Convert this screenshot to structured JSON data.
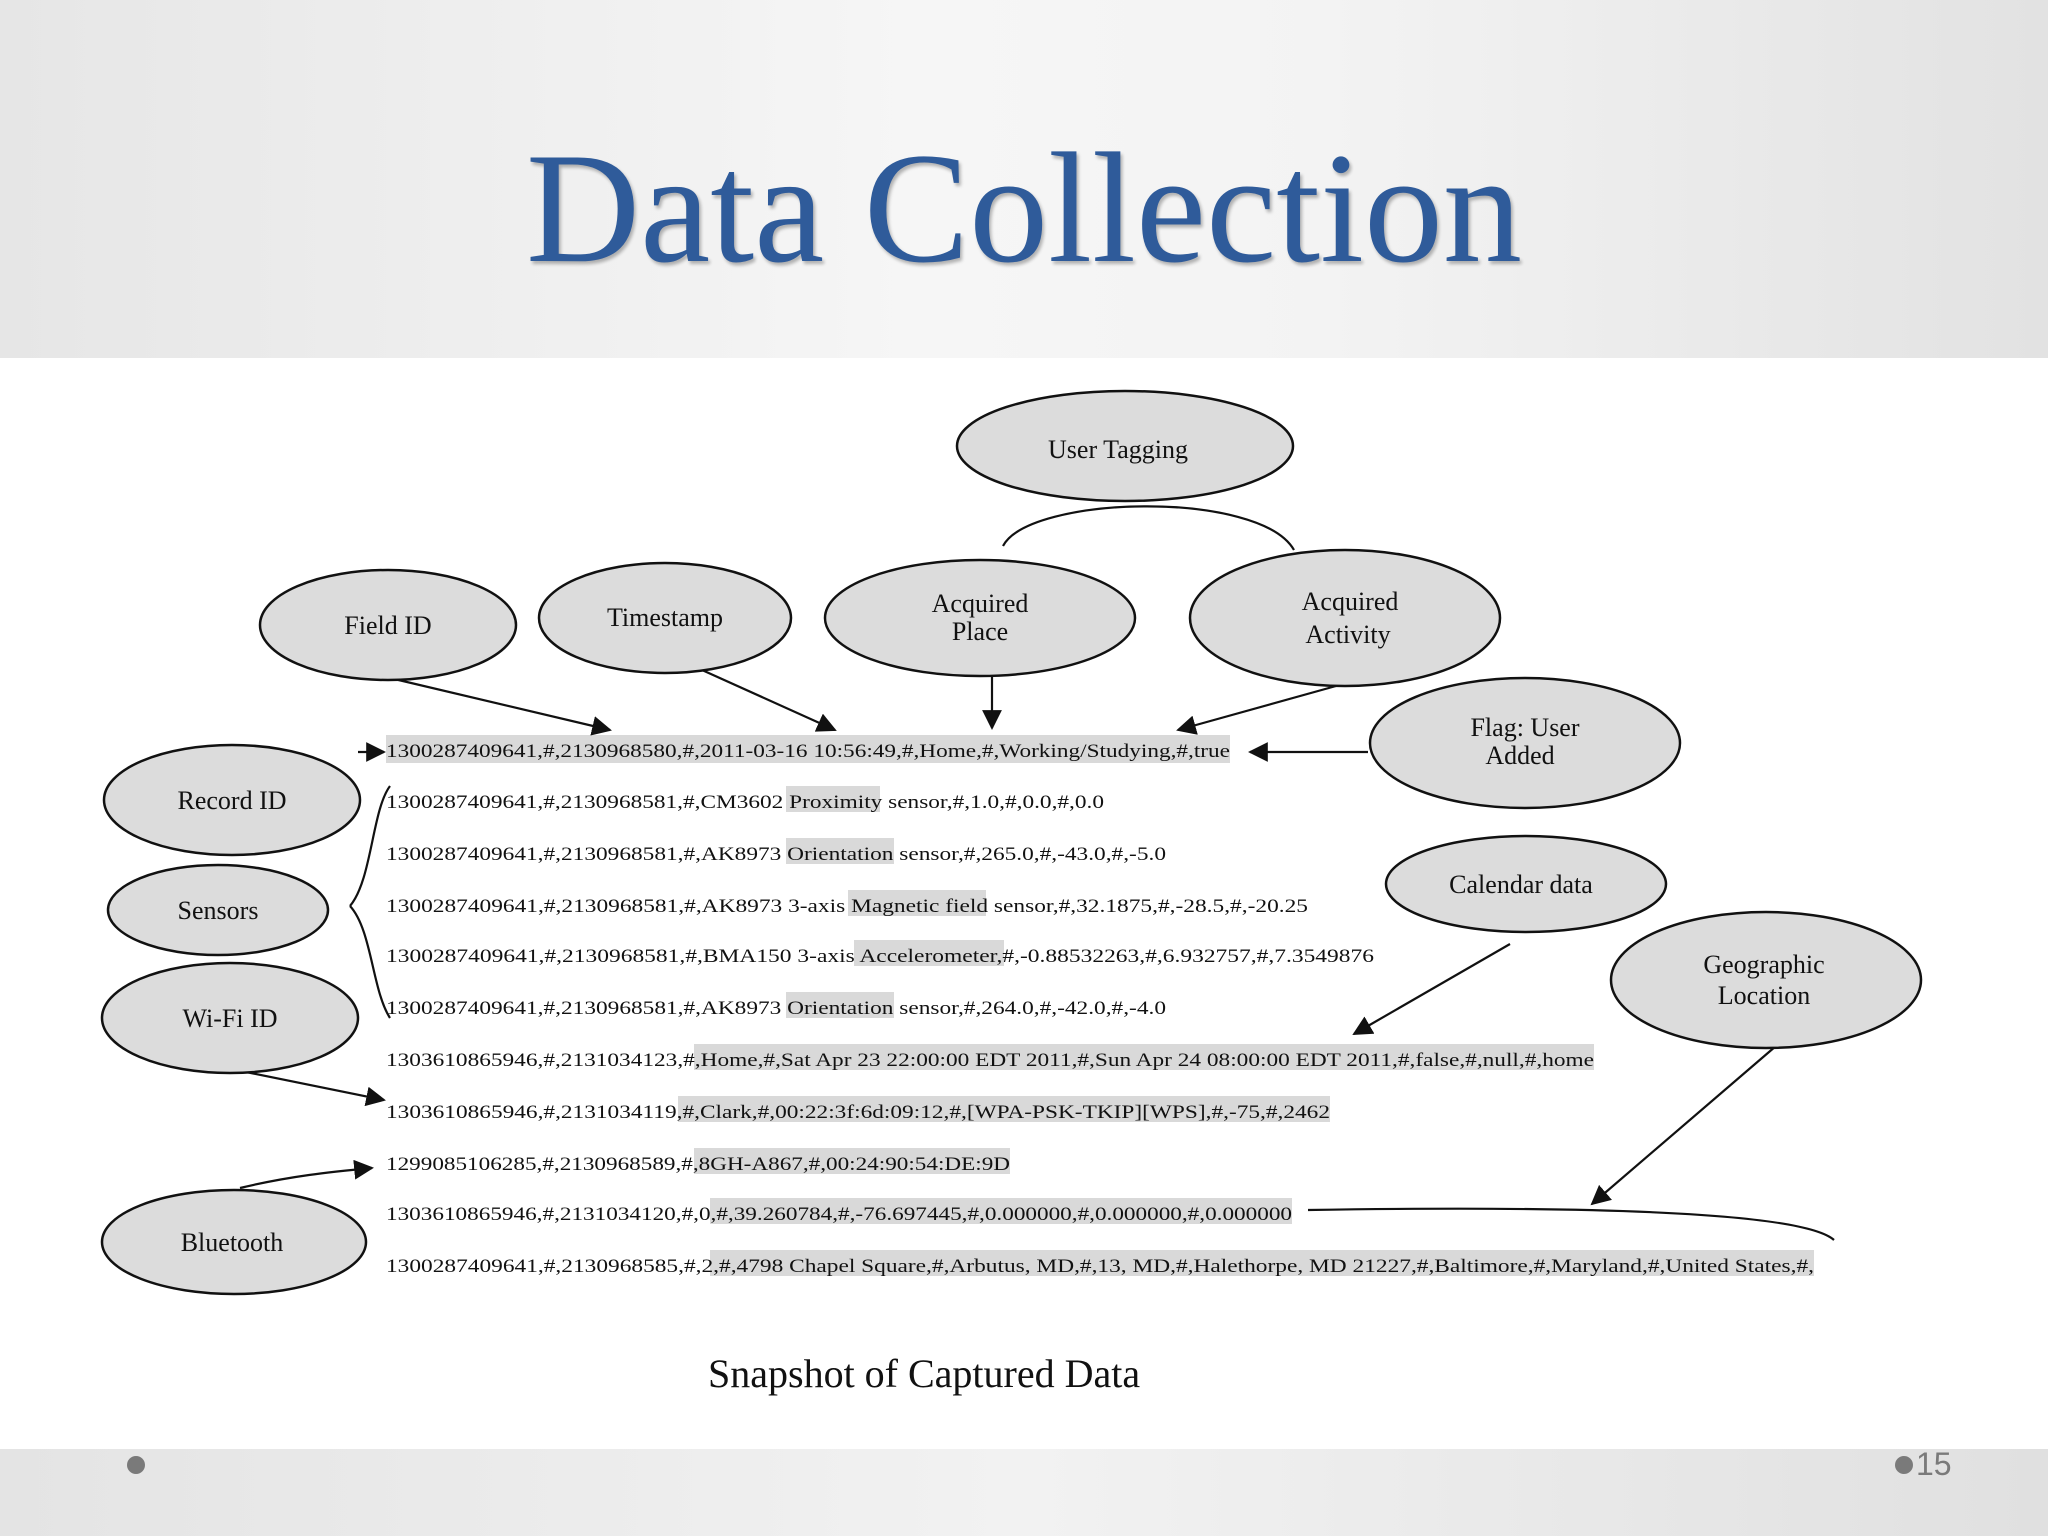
{
  "title": "Data Collection",
  "caption": "Snapshot of Captured Data",
  "page_number": "15",
  "nodes": {
    "user_tagging": "User Tagging",
    "field_id": "Field ID",
    "timestamp": "Timestamp",
    "acquired_place": [
      "Acquired",
      "Place"
    ],
    "acquired_activity": [
      "Acquired",
      "Activity"
    ],
    "flag_user_added": [
      "Flag: User",
      "Added"
    ],
    "record_id": "Record ID",
    "sensors": "Sensors",
    "wifi_id": "Wi-Fi ID",
    "calendar_data": "Calendar data",
    "geographic_location": [
      "Geographic",
      "Location"
    ],
    "bluetooth": "Bluetooth"
  },
  "records": [
    "1300287409641,#,2130968580,#,2011-03-16 10:56:49,#,Home,#,Working/Studying,#,true",
    "1300287409641,#,2130968581,#,CM3602 Proximity sensor,#,1.0,#,0.0,#,0.0",
    "1300287409641,#,2130968581,#,AK8973 Orientation sensor,#,265.0,#,-43.0,#,-5.0",
    "1300287409641,#,2130968581,#,AK8973 3-axis Magnetic field sensor,#,32.1875,#,-28.5,#,-20.25",
    "1300287409641,#,2130968581,#,BMA150 3-axis Accelerometer,#,-0.88532263,#,6.932757,#,7.3549876",
    "1300287409641,#,2130968581,#,AK8973 Orientation sensor,#,264.0,#,-42.0,#,-4.0",
    "1303610865946,#,2131034123,#,Home,#,Sat Apr 23 22:00:00 EDT 2011,#,Sun Apr 24 08:00:00 EDT 2011,#,false,#,null,#,home",
    "1303610865946,#,2131034119,#,Clark,#,00:22:3f:6d:09:12,#,[WPA-PSK-TKIP][WPS],#,-75,#,2462",
    "1299085106285,#,2130968589,#,8GH-A867,#,00:24:90:54:DE:9D",
    "1303610865946,#,2131034120,#,0,#,39.260784,#,-76.697445,#,0.000000,#,0.000000,#,0.000000",
    "1300287409641,#,2130968585,#,2,#,4798 Chapel Square,#,Arbutus, MD,#,13, MD,#,Halethorpe, MD 21227,#,Baltimore,#,Maryland,#,United States,#,"
  ]
}
